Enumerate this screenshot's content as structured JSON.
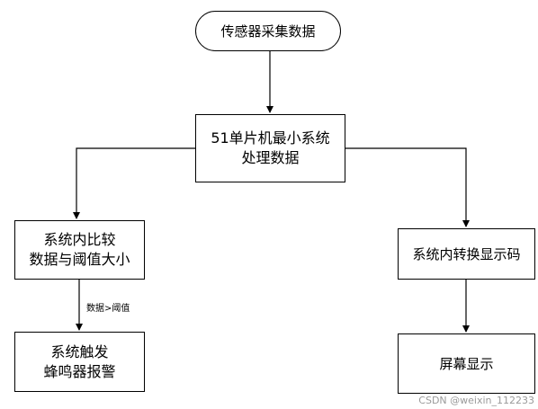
{
  "nodes": {
    "start": {
      "lines": [
        "传感器采集数据"
      ]
    },
    "process": {
      "lines": [
        "51单片机最小系统",
        "处理数据"
      ]
    },
    "compare": {
      "lines": [
        "系统内比较",
        "数据与阈值大小"
      ]
    },
    "convert": {
      "lines": [
        "系统内转换显示码"
      ]
    },
    "alarm": {
      "lines": [
        "系统触发",
        "蜂鸣器报警"
      ]
    },
    "display": {
      "lines": [
        "屏幕显示"
      ]
    }
  },
  "edge_labels": {
    "compare_to_alarm": "数据>阈值"
  },
  "watermark": "CSDN @weixin_112233"
}
